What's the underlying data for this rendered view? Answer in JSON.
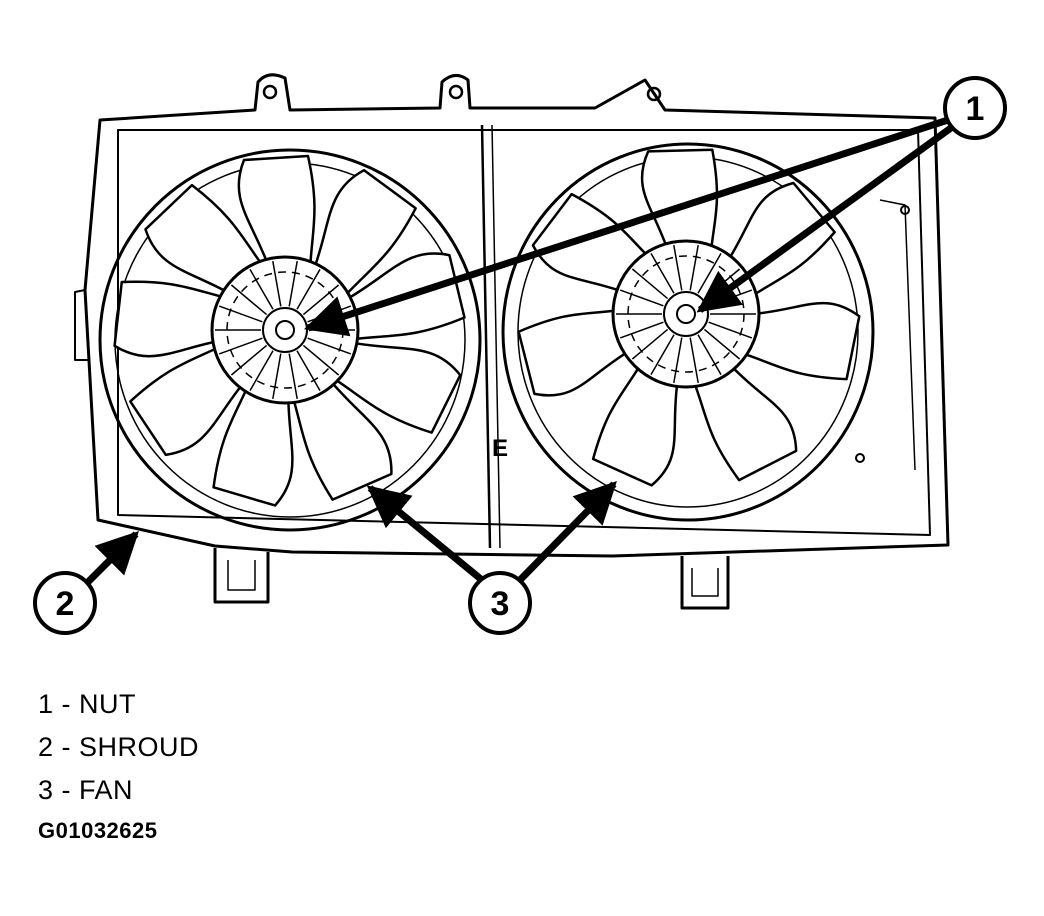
{
  "callouts": [
    {
      "number": "1"
    },
    {
      "number": "2"
    },
    {
      "number": "3"
    }
  ],
  "shroud_marking": "E",
  "legend": [
    {
      "number": "1",
      "label": "NUT"
    },
    {
      "number": "2",
      "label": "SHROUD"
    },
    {
      "number": "3",
      "label": "FAN"
    }
  ],
  "figure_id": "G01032625"
}
